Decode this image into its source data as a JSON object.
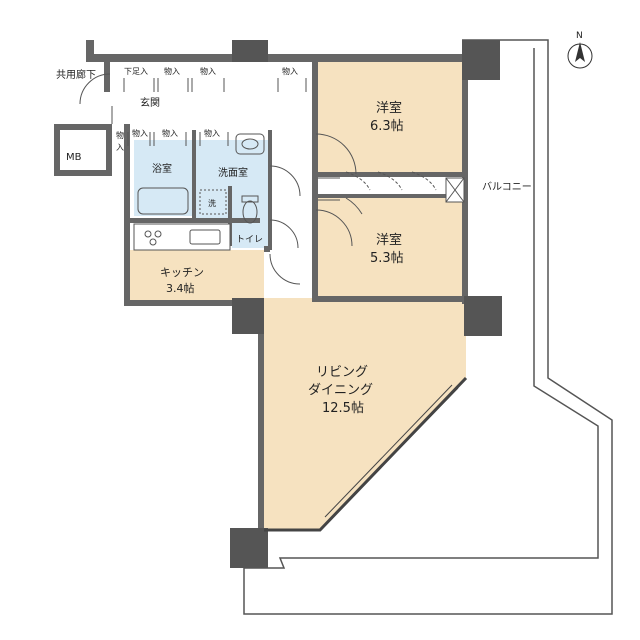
{
  "compass": {
    "letter": "N"
  },
  "rooms": {
    "western_1": {
      "name": "洋室",
      "size": "6.3帖"
    },
    "western_2": {
      "name": "洋室",
      "size": "5.3帖"
    },
    "kitchen": {
      "name": "キッチン",
      "size": "3.4帖"
    },
    "living": {
      "line1": "リビング",
      "line2": "ダイニング",
      "size": "12.5帖"
    },
    "bath": {
      "name": "浴室"
    },
    "washroom": {
      "name": "洗面室"
    },
    "toilet": {
      "name": "トイレ"
    },
    "entrance": {
      "name": "玄関"
    },
    "balcony": {
      "name": "バルコニー"
    },
    "corridor": {
      "name": "共用廊下"
    },
    "mb": {
      "name": "MB"
    }
  },
  "storage": {
    "shoe": "下足入",
    "closet": "物入",
    "closet_v1": "物",
    "closet_v2": "入",
    "washer": "洗"
  },
  "colors": {
    "wall": "#666666",
    "pillar": "#555555",
    "floor_wood": "#f6e2c0",
    "floor_wet": "#d6e9f5",
    "floor_white": "#ffffff",
    "line": "#444444"
  }
}
